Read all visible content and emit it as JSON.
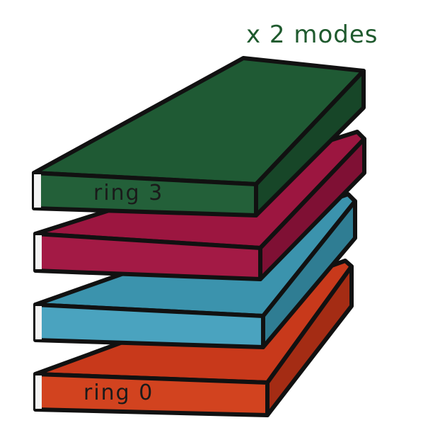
{
  "caption": {
    "text": "x 2 modes",
    "color": "#1f5a2e"
  },
  "rings": [
    {
      "id": "ring-0",
      "label": "ring 0",
      "color_top": "#c8391b",
      "color_front": "#d2431f",
      "color_side": "#a42c14"
    },
    {
      "id": "ring-1",
      "label": "",
      "color_top": "#3b93ad",
      "color_front": "#4aa3bf",
      "color_side": "#2f7d93"
    },
    {
      "id": "ring-2",
      "label": "",
      "color_top": "#9c1640",
      "color_front": "#a31a45",
      "color_side": "#7f1034"
    },
    {
      "id": "ring-3",
      "label": "ring 3",
      "color_top": "#1f5a34",
      "color_front": "#236039",
      "color_side": "#174628"
    }
  ],
  "colors": {
    "outline": "#111111",
    "edge_highlight": "#f4f4f4",
    "label_ink": "#1a1a1a"
  }
}
